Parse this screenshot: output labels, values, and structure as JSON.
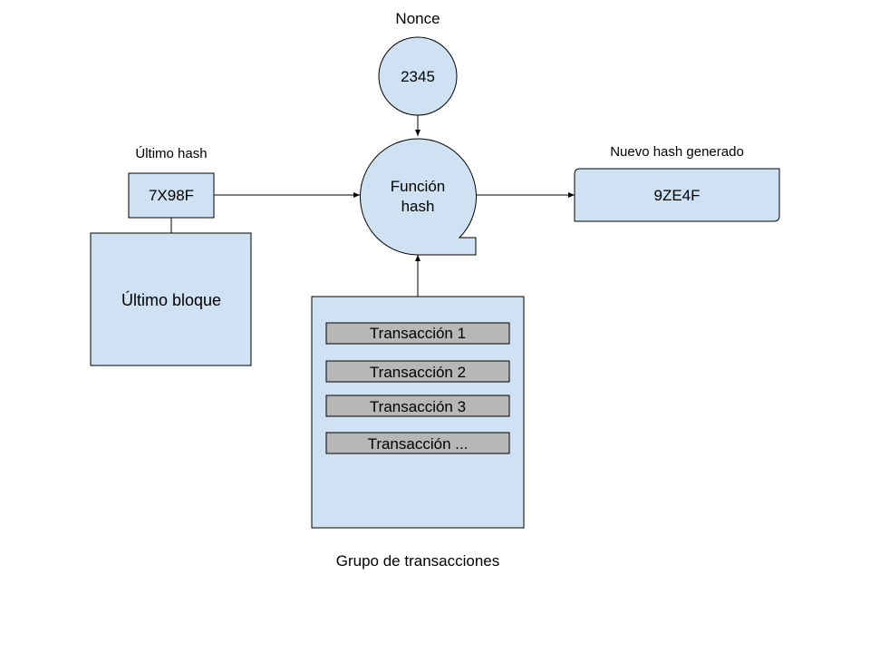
{
  "nonce": {
    "title": "Nonce",
    "value": "2345"
  },
  "last_hash": {
    "title": "Último hash",
    "value": "7X98F"
  },
  "last_block": {
    "label": "Último bloque"
  },
  "hash_function": {
    "line1": "Función",
    "line2": "hash"
  },
  "new_hash": {
    "title": "Nuevo hash generado",
    "value": "9ZE4F"
  },
  "transactions": {
    "title": "Grupo de transacciones",
    "items": [
      "Transacción 1",
      "Transacción 2",
      "Transacción 3",
      "Transacción ..."
    ]
  },
  "colors": {
    "fill": "#cfe2f3",
    "tx_fill": "#b7b7b7",
    "stroke": "#000000"
  }
}
